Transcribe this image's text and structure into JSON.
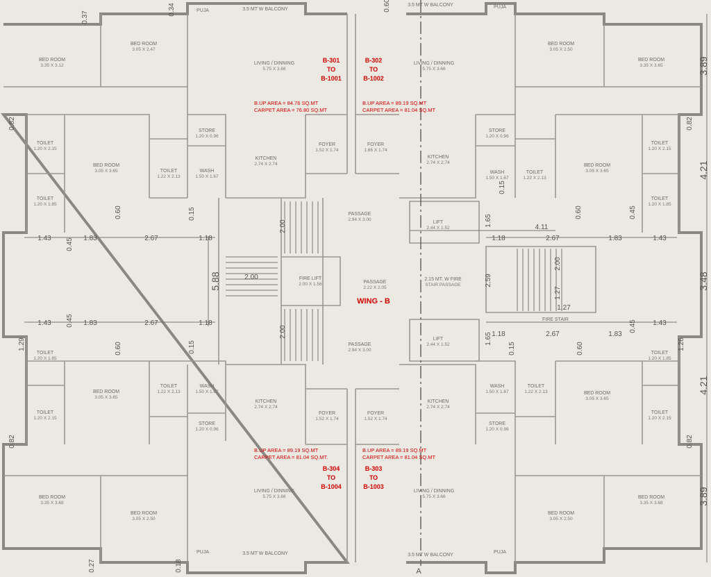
{
  "wing_label": "WING - B",
  "axis_label": "A",
  "flats": [
    {
      "label": "B-301\nTO\nB-1001",
      "bup": "B.UP AREA      = 84.76 SQ.MT",
      "carpet": "CARPET AREA  = 76.80 SQ.MT"
    },
    {
      "label": "B-302\nTO\nB-1002",
      "bup": "B.UP AREA      = 89.19 SQ.MT",
      "carpet": "CARPET AREA = 81.04 SQ.MT"
    },
    {
      "label": "B-304\nTO\nB-1004",
      "bup": "B.UP AREA      = 89.19 SQ.MT",
      "carpet": "CARPET AREA = 81.04 SQ.MT."
    },
    {
      "label": "B-303\nTO\nB-1003",
      "bup": "B.UP AREA      = 89.19 SQ.MT",
      "carpet": "CARPET AREA = 81.04 SQ.MT"
    }
  ],
  "rooms": [
    {
      "name": "PUJA",
      "size": ""
    },
    {
      "name": "3.5 MT W BALCONY",
      "size": ""
    },
    {
      "name": "3.5 MT W BALCONY",
      "size": ""
    },
    {
      "name": "PUJA",
      "size": ""
    },
    {
      "name": "BED ROOM",
      "size": "3.35 X 3.12"
    },
    {
      "name": "BED ROOM",
      "size": "3.05 X 2.47"
    },
    {
      "name": "LIVING / DINNING",
      "size": "5.75 X 3.66"
    },
    {
      "name": "LIVING / DINNING",
      "size": "5.75 X 3.66"
    },
    {
      "name": "BED ROOM",
      "size": "3.05 X 2.50"
    },
    {
      "name": "BED ROOM",
      "size": "3.35 X 3.65"
    },
    {
      "name": "TOILET",
      "size": "1.20 X 2.15"
    },
    {
      "name": "BED ROOM",
      "size": "3.05 X 3.65"
    },
    {
      "name": "STORE",
      "size": "1.20 X 0.96"
    },
    {
      "name": "TOILET",
      "size": "1.22 X 2.13"
    },
    {
      "name": "WASH",
      "size": "1.50 X 1.67"
    },
    {
      "name": "KITCHEN",
      "size": "2.74 X 2.74"
    },
    {
      "name": "FOYER",
      "size": "1.52 X 1.74"
    },
    {
      "name": "FOYER",
      "size": "1.66 X 1.74"
    },
    {
      "name": "KITCHEN",
      "size": "2.74 X 2.74"
    },
    {
      "name": "STORE",
      "size": "1.20 X 0.96"
    },
    {
      "name": "WASH",
      "size": "1.50 X 1.67"
    },
    {
      "name": "TOILET",
      "size": "1.22 X 2.13"
    },
    {
      "name": "BED ROOM",
      "size": "3.05 X 3.65"
    },
    {
      "name": "TOILET",
      "size": "1.20 X 2.15"
    },
    {
      "name": "TOILET",
      "size": "1.20 X 1.85"
    },
    {
      "name": "TOILET",
      "size": "1.20 X 1.85"
    },
    {
      "name": "PASSAGE",
      "size": "2.94 X 3.00"
    },
    {
      "name": "LIFT",
      "size": "2.44 X 1.52"
    },
    {
      "name": "FIRE LIFT",
      "size": "2.00 X 1.56"
    },
    {
      "name": "PASSAGE",
      "size": "2.22 X 2.05"
    },
    {
      "name": "2.15 MT. W FIRE",
      "size": "STAIR PASSAGE"
    },
    {
      "name": "PASSAGE",
      "size": "2.94 X 3.00"
    },
    {
      "name": "LIFT",
      "size": "2.44 X 1.52"
    },
    {
      "name": "TOILET",
      "size": "1.20 X 1.85"
    },
    {
      "name": "TOILET",
      "size": "1.20 X 1.85"
    },
    {
      "name": "BED ROOM",
      "size": "3.05 X 3.65"
    },
    {
      "name": "TOILET",
      "size": "1.22 X 2.13"
    },
    {
      "name": "WASH",
      "size": "1.50 X 1.67"
    },
    {
      "name": "KITCHEN",
      "size": "2.74 X 2.74"
    },
    {
      "name": "KITCHEN",
      "size": "2.74 X 2.74"
    },
    {
      "name": "WASH",
      "size": "1.50 X 1.67"
    },
    {
      "name": "TOILET",
      "size": "1.22 X 2.13"
    },
    {
      "name": "BED ROOM",
      "size": "3.05 X 3.65"
    },
    {
      "name": "TOILET",
      "size": "1.20 X 2.15"
    },
    {
      "name": "STORE",
      "size": "1.20 X 0.96"
    },
    {
      "name": "FOYER",
      "size": "1.52 X 1.74"
    },
    {
      "name": "FOYER",
      "size": "1.52 X 1.74"
    },
    {
      "name": "STORE",
      "size": "1.20 X 0.96"
    },
    {
      "name": "TOILET",
      "size": "1.20 X 2.15"
    },
    {
      "name": "BED ROOM",
      "size": "3.35 X 3.68"
    },
    {
      "name": "BED ROOM",
      "size": "3.05 X 2.50"
    },
    {
      "name": "LIVING / DINNING",
      "size": "5.75 X 3.66"
    },
    {
      "name": "LIVING / DINNING",
      "size": "5.75 X 3.66"
    },
    {
      "name": "BED ROOM",
      "size": "3.05 X 2.50"
    },
    {
      "name": "BED ROOM",
      "size": "3.35 X 3.68"
    },
    {
      "name": "PUJA",
      "size": ""
    },
    {
      "name": "3.5 MT W BALCONY",
      "size": ""
    },
    {
      "name": "3.5 MT W BALCONY",
      "size": ""
    },
    {
      "name": "PUJA",
      "size": ""
    },
    {
      "name": "FIRE STAIR",
      "size": ""
    }
  ],
  "dims_h": [
    "1.43",
    "1.83",
    "2.67",
    "1.18",
    "4.11",
    "1.18",
    "2.67",
    "1.83",
    "1.43",
    "1.43",
    "1.83",
    "2.67",
    "1.18",
    "1.18",
    "2.67",
    "1.83",
    "1.43",
    "2.00",
    "1.27"
  ],
  "dims_v": [
    "0.37",
    "0.34",
    "0.82",
    "0.82",
    "0.45",
    "0.15",
    "0.60",
    "0.60",
    "0.15",
    "0.45",
    "0.45",
    "0.60",
    "0.15",
    "0.15",
    "0.60",
    "0.45",
    "0.82",
    "0.82",
    "1.29",
    "1.26",
    "1.65",
    "1.65",
    "2.59",
    "2.00",
    "2.00",
    "2.00",
    "1.27",
    "0.60",
    "0.27",
    "0.18"
  ],
  "dims_big": [
    "3.89",
    "4.21",
    "3.48",
    "4.21",
    "3.89",
    "5.88"
  ]
}
